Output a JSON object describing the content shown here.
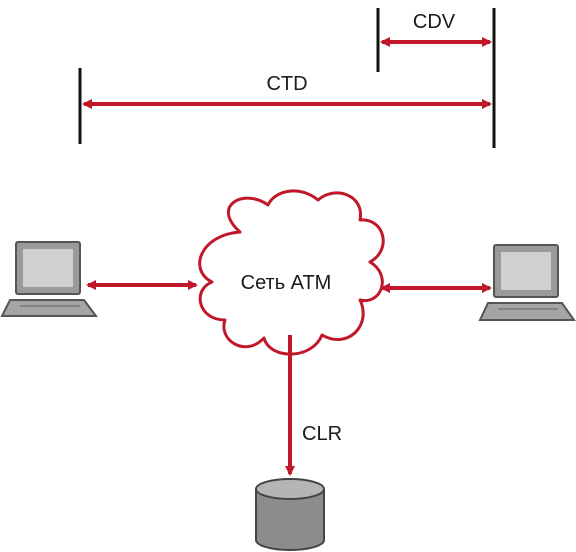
{
  "diagram": {
    "labels": {
      "cdv": "CDV",
      "ctd": "CTD",
      "network": "Сеть АТМ",
      "clr": "CLR"
    },
    "icons": {
      "left_node": "laptop-icon",
      "right_node": "laptop-icon",
      "storage": "database-icon",
      "network": "cloud-icon"
    },
    "colors": {
      "accent": "#c0182a",
      "line": "#111111",
      "device": "#8c8c8c"
    }
  }
}
